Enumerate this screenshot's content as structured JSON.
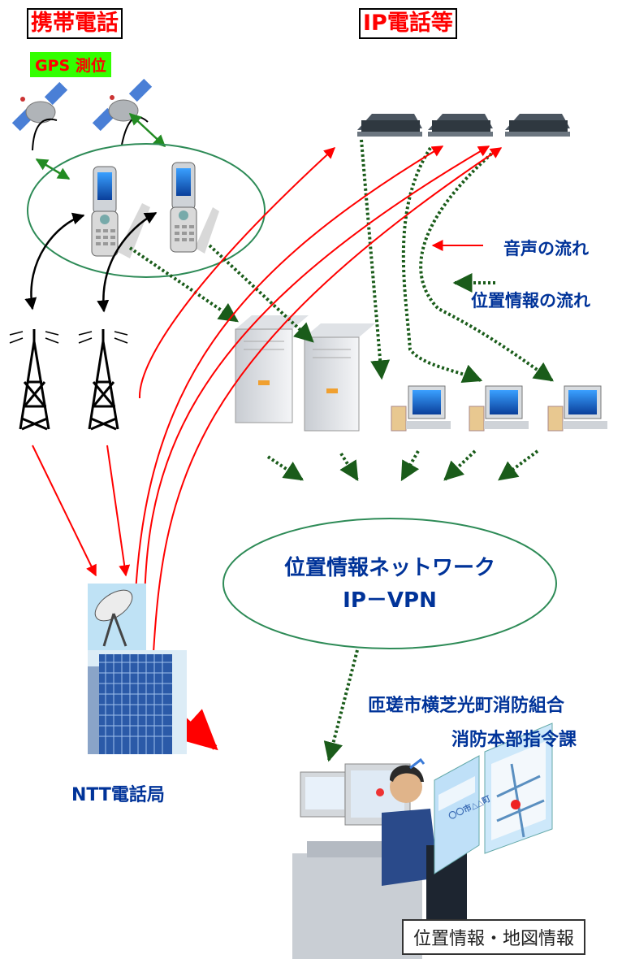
{
  "labels": {
    "mobile": "携帯電話",
    "gps": "GPS 測位",
    "ip": "IP電話等",
    "legend_voice": "音声の流れ",
    "legend_position": "位置情報の流れ",
    "network_line1": "位置情報ネットワーク",
    "network_line2": "IP－VPN",
    "dispatch_line1": "匝瑳市横芝光町消防組合",
    "dispatch_line2": "消防本部指令課",
    "ntt": "NTT電話局",
    "map_info": "位置情報・地図情報",
    "map_screen_text": "〇〇市△△町"
  },
  "colors": {
    "voice_arrow": "#ff0000",
    "position_arrow": "#1a5c1a",
    "satellite_link": "#228b22",
    "title_red": "#ff0000",
    "text_blue": "#003399",
    "gps_bg": "#33ff00"
  },
  "icons": [
    "satellite-icon",
    "mobile-phone-icon",
    "radio-tower-icon",
    "server-icon",
    "desk-phone-icon",
    "computer-icon",
    "satellite-dish-icon",
    "office-building-icon",
    "dispatch-operator-icon",
    "map-screen-icon"
  ]
}
